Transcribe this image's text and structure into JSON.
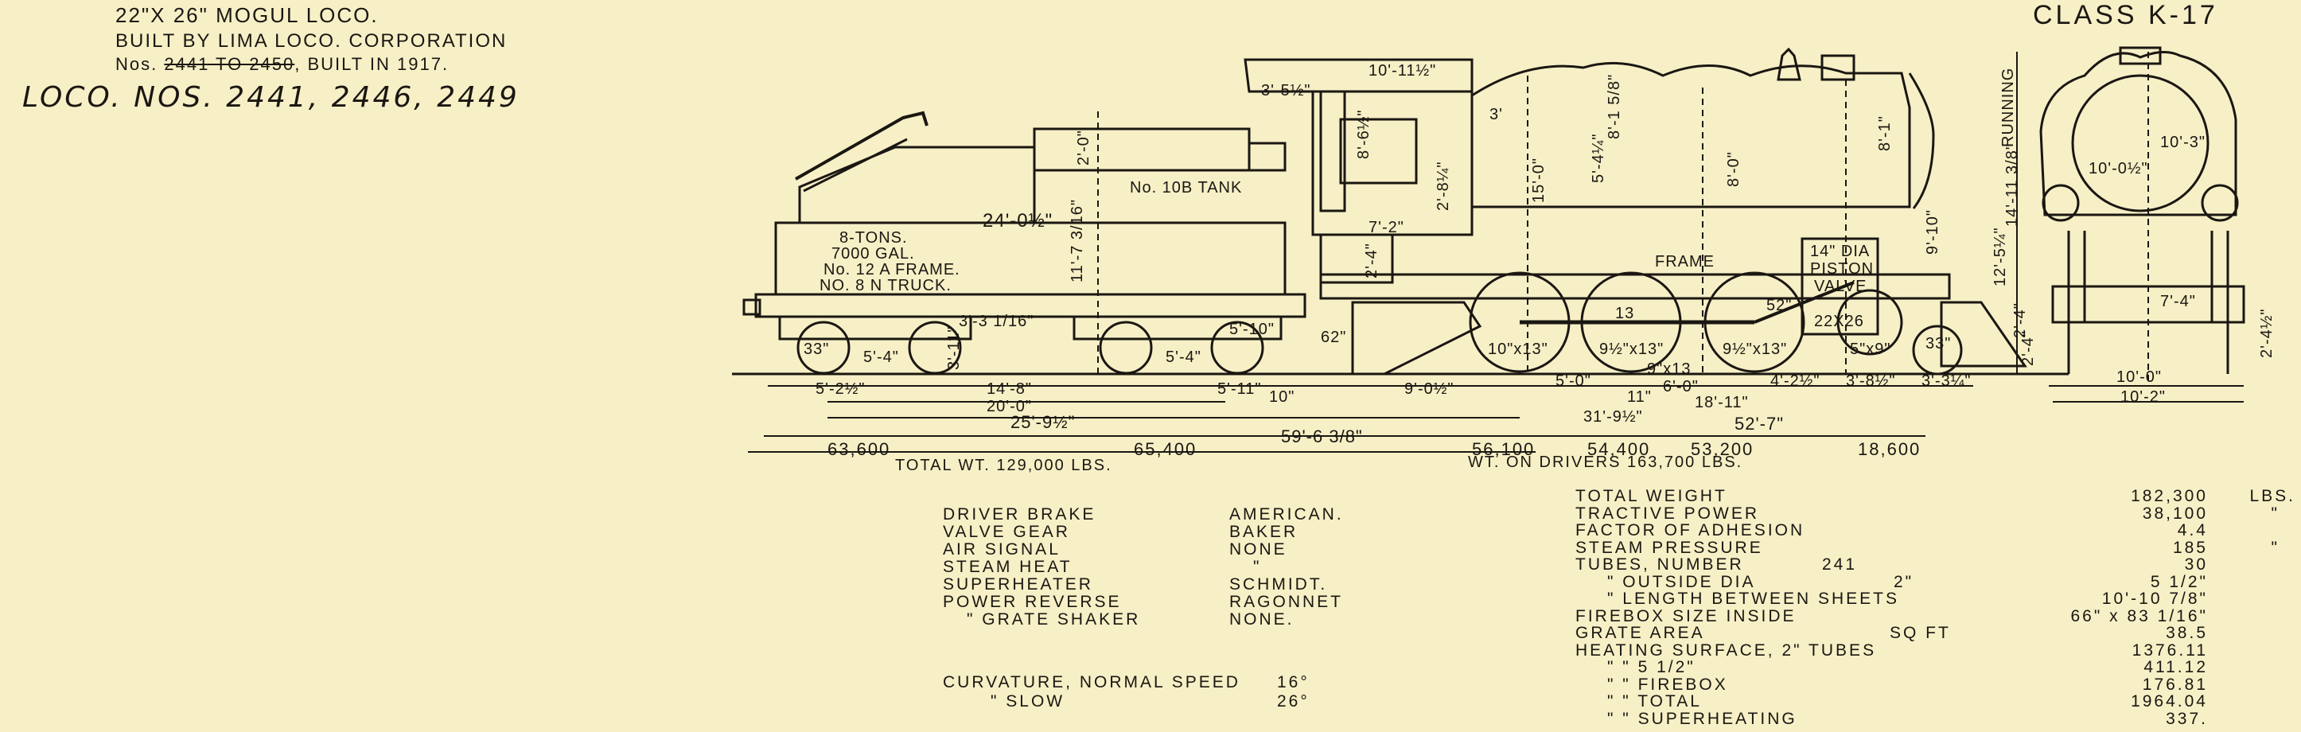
{
  "header": {
    "title": "22\"X 26\" MOGUL LOCO.",
    "builder": "BUILT BY LIMA LOCO. CORPORATION",
    "nos_prefix": "Nos.",
    "nos_struck": "2441 TO 2450",
    "nos_suffix": ", BUILT IN 1917.",
    "loco_nos": "LOCO. NOS. 2441, 2446, 2449",
    "class_label": "CLASS K-17"
  },
  "tender_labels": {
    "tank": "No. 10B TANK",
    "tons": "8-TONS.",
    "gallons": "7000 GAL.",
    "frame": "No. 12 A FRAME.",
    "truck": "NO. 8 N TRUCK."
  },
  "engine_labels": {
    "frame": "FRAME",
    "valve_1": "14\" DIA",
    "valve_2": "PISTON",
    "valve_3": "VALVE",
    "cyl": "22X26"
  },
  "dimensions": {
    "tender_height": "24'-0½\"",
    "tender_coal": "2'-0\"",
    "tender_tank": "11'-7 3/16\"",
    "tender_frame": "3'-11\"",
    "tender_3": "3'-3 1/16\"",
    "cab_top": "10'-11½\"",
    "cab_side": "3'-5½\"",
    "cab_window": "8'-6½\"",
    "cab_72": "7'-2\"",
    "cab_24": "2'-4\"",
    "boiler_15": "15'-0\"",
    "boiler_818": "8'-1 5/8\"",
    "boiler_80": "8'-0\"",
    "boiler_81": "8'-1\"",
    "boiler_28": "2'-8¼\"",
    "boiler_3": "3'",
    "boiler_54": "5'-4¼\"",
    "stack_910": "9'-10\"",
    "running": "RUNNING",
    "front_14": "14'-11 3/8\"",
    "front_12": "12'-5¼\"",
    "front_24a": "2'-4\"",
    "front_24b": "2'-4\"",
    "front_103": "10'-3\"",
    "front_100": "10'-0½\"",
    "front_74": "7'-4\"",
    "front_w1": "10'-0\"",
    "front_w2": "10'-2\"",
    "front_side": "2'-4½\"",
    "wheel_tender_a": "33\"",
    "wheel_tender_b": "5'-4\"",
    "wheel_tender_c": "5'-4\"",
    "wheel_tender_d": "5'-10\"",
    "wheel_pony": "62\"",
    "wheel_d1": "10\"x13\"",
    "wheel_d2": "9½\"x13\"",
    "wheel_d3": "9½\"x13\"",
    "wheel_lead": "5\"x9\"",
    "wheel_lead_d": "33\"",
    "wheel_52": "52\"",
    "wheel_913": "9\"x13",
    "wheel_13": "13",
    "row1_a": "5'-2½\"",
    "row1_b": "14'-8\"",
    "row1_c": "5'-11\"",
    "row1_d": "10\"",
    "row1_e": "9'-0½\"",
    "row1_f": "5'-0\"",
    "row1_g": "6'-0\"",
    "row1_h": "4'-2½\"",
    "row1_i": "3'-8½\"",
    "row1_j": "3'-3¼\"",
    "row2_a": "20'-0\"",
    "row2_b": "18'-11\"",
    "row2_c": "11\"",
    "row3_a": "25'-9½\"",
    "row3_b": "31'-9½\"",
    "row3_c": "52'-7\"",
    "row4_a": "59'-6 3/8\""
  },
  "weights": {
    "w1": "63,600",
    "w2": "65,400",
    "w3": "56,100",
    "w4": "54,400",
    "w5": "53,200",
    "w6": "18,600",
    "total_wt": "TOTAL WT. 129,000 LBS.",
    "drivers_wt": "WT. ON DRIVERS 163,700 LBS."
  },
  "equipment": [
    {
      "label": "DRIVER BRAKE",
      "value": "AMERICAN."
    },
    {
      "label": "VALVE GEAR",
      "value": "BAKER"
    },
    {
      "label": "AIR SIGNAL",
      "value": "NONE"
    },
    {
      "label": "STEAM HEAT",
      "value": "\""
    },
    {
      "label": "SUPERHEATER",
      "value": "SCHMIDT."
    },
    {
      "label": "POWER REVERSE",
      "value": "RAGONNET"
    },
    {
      "label": "\" GRATE SHAKER",
      "value": "NONE."
    }
  ],
  "curvature": {
    "line1_label": "CURVATURE, NORMAL SPEED",
    "line1_value": "16°",
    "line2_label": "\" SLOW",
    "line2_value": "26°"
  },
  "specs": [
    {
      "label": "TOTAL WEIGHT",
      "mid": "",
      "value": "182,300",
      "unit": "LBS."
    },
    {
      "label": "TRACTIVE POWER",
      "mid": "",
      "value": "38,100",
      "unit": "\""
    },
    {
      "label": "FACTOR OF ADHESION",
      "mid": "",
      "value": "4.4",
      "unit": ""
    },
    {
      "label": "STEAM PRESSURE",
      "mid": "",
      "value": "185",
      "unit": "\""
    },
    {
      "label": "TUBES, NUMBER",
      "mid": "241",
      "value": "30",
      "unit": ""
    },
    {
      "label": "\" OUTSIDE DIA",
      "mid": "2\"",
      "value": "5 1/2\"",
      "unit": ""
    },
    {
      "label": "\" LENGTH BETWEEN SHEETS",
      "mid": "",
      "value": "10'-10 7/8\"",
      "unit": ""
    },
    {
      "label": "FIREBOX SIZE INSIDE",
      "mid": "",
      "value": "66\" x 83 1/16\"",
      "unit": ""
    },
    {
      "label": "GRATE AREA",
      "mid": "SQ FT",
      "value": "38.5",
      "unit": ""
    },
    {
      "label": "HEATING SURFACE, 2\" TUBES",
      "mid": "",
      "value": "1376.11",
      "unit": ""
    },
    {
      "label": "\" \" 5 1/2\"",
      "mid": "",
      "value": "411.12",
      "unit": ""
    },
    {
      "label": "\" \" FIREBOX",
      "mid": "",
      "value": "176.81",
      "unit": ""
    },
    {
      "label": "\" \" TOTAL",
      "mid": "",
      "value": "1964.04",
      "unit": ""
    },
    {
      "label": "\" \" SUPERHEATING",
      "mid": "",
      "value": "337.",
      "unit": ""
    }
  ]
}
